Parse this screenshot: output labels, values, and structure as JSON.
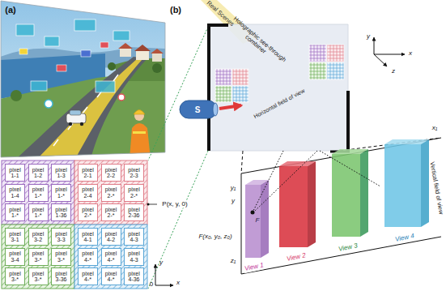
{
  "diagram": {
    "nodes": [
      {
        "text": [
          "pixel 1-1"
        ]
      },
      {
        "text": [
          "pixel 1-2"
        ]
      },
      {
        "text": [
          "pixel 1-3"
        ]
      },
      {
        "text": [
          "pixel 1-4"
        ]
      },
      {
        "text": [
          "pixel 1-*"
        ]
      },
      {
        "text": [
          "pixel 1-*"
        ]
      },
      {
        "text": [
          "pixel 1-*"
        ]
      },
      {
        "text": [
          "pixel 1-*"
        ]
      },
      {
        "text": [
          "pixel 1-36"
        ]
      },
      {
        "text": [
          "pixel 2-1"
        ]
      },
      {
        "text": [
          "pixel 2-2"
        ]
      },
      {
        "text": [
          "pixel 2-3"
        ]
      },
      {
        "text": [
          "pixel 2-4"
        ]
      },
      {
        "text": [
          "pixel 2-*"
        ]
      },
      {
        "text": [
          "pixel 2-*"
        ]
      },
      {
        "text": [
          "pixel 2-*"
        ]
      },
      {
        "text": [
          "pixel 2-*"
        ]
      },
      {
        "text": [
          "pixel 2-36"
        ]
      },
      {
        "text": [
          "pixel 3-1"
        ]
      },
      {
        "text": [
          "pixel 3-2"
        ]
      },
      {
        "text": [
          "pixel 3-3"
        ]
      },
      {
        "text": [
          "pixel 3-4"
        ]
      },
      {
        "text": [
          "pixel 3-*"
        ]
      },
      {
        "text": [
          "pixel 3-*"
        ]
      },
      {
        "text": [
          "pixel 3-*"
        ]
      },
      {
        "text": [
          "pixel 3-*"
        ]
      },
      {
        "text": [
          "pixel 3-36"
        ]
      },
      {
        "text": [
          "pixel 4-1"
        ]
      },
      {
        "text": [
          "pixel 4-2"
        ]
      },
      {
        "text": [
          "pixel 4-3"
        ]
      },
      {
        "text": [
          "pixel 4-*"
        ]
      },
      {
        "text": [
          "pixel 4-*"
        ]
      },
      {
        "text": [
          "pixel 4-3"
        ]
      },
      {
        "text": [
          "pixel 4-*"
        ]
      },
      {
        "text": [
          "pixel 4-*"
        ]
      },
      {
        "text": [
          "pixel 4-36"
        ]
      }
    ],
    "labels": [
      "(a)",
      "(b)",
      "Real Scenes",
      "Holographic see-through combiner",
      "S",
      "Horizontal field of view",
      "y",
      "x",
      "z",
      "y₁",
      "y",
      "F",
      "F(x₀, y₀, z₀)",
      "z₁",
      "x₁",
      "Vertical field of view",
      "View 1",
      "View 2",
      "View 3",
      "View 4",
      "P(x, y, 0)",
      "y",
      "x",
      "0"
    ]
  }
}
